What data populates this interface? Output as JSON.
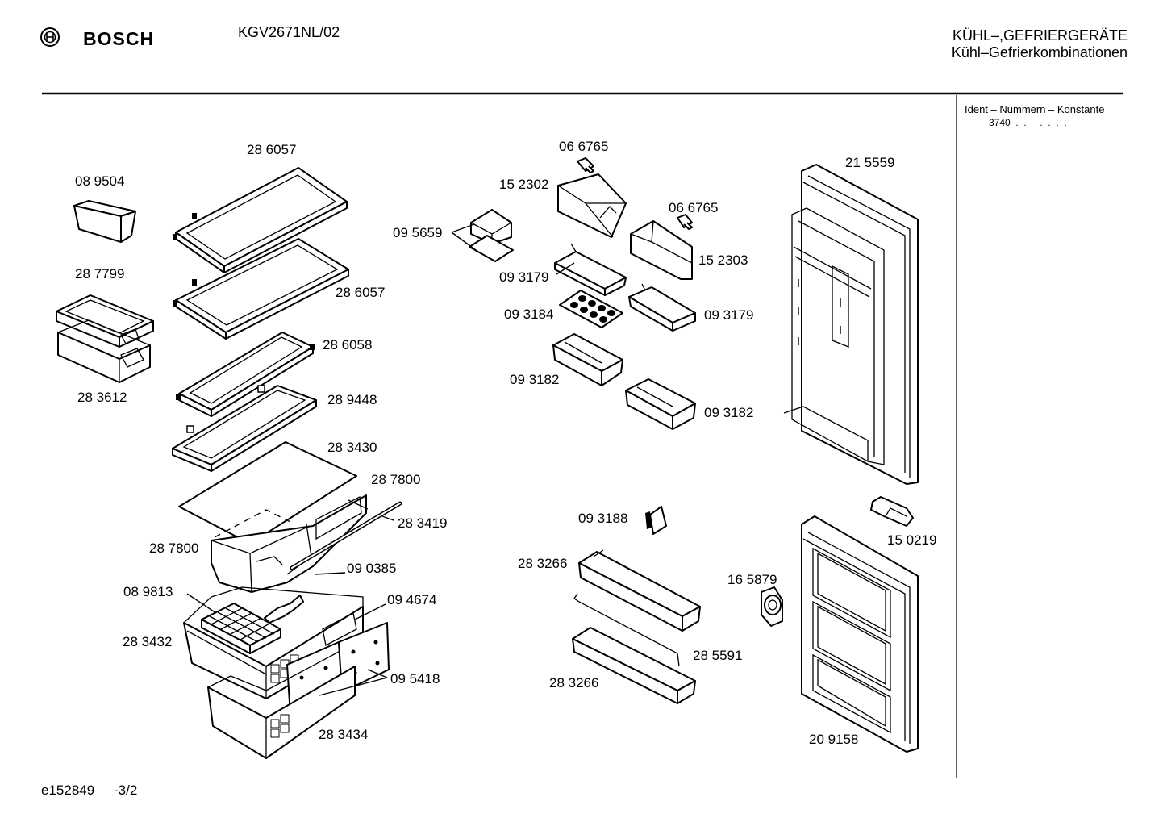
{
  "header": {
    "brand": "BOSCH",
    "model": "KGV2671NL/02",
    "category": "KÜHL–,GEFRIERGERÄTE",
    "subcategory": "Kühl–Gefrierkombinationen"
  },
  "side_panel": {
    "ident_heading": "Ident – Nummern – Konstante",
    "ident_value": "3740  .  .     .  .  .  ."
  },
  "footer": {
    "doc_id": "e152849",
    "page": "-3/2"
  },
  "parts": [
    {
      "id": "p01",
      "label": "28 6057"
    },
    {
      "id": "p02",
      "label": "08 9504"
    },
    {
      "id": "p03",
      "label": "28 7799"
    },
    {
      "id": "p04",
      "label": "28 6057"
    },
    {
      "id": "p05",
      "label": "28 6058"
    },
    {
      "id": "p06",
      "label": "28 3612"
    },
    {
      "id": "p07",
      "label": "28 9448"
    },
    {
      "id": "p08",
      "label": "28 3430"
    },
    {
      "id": "p09",
      "label": "28 7800"
    },
    {
      "id": "p10",
      "label": "28 3419"
    },
    {
      "id": "p11",
      "label": "28 7800"
    },
    {
      "id": "p12",
      "label": "09 0385"
    },
    {
      "id": "p13",
      "label": "08 9813"
    },
    {
      "id": "p14",
      "label": "09 4674"
    },
    {
      "id": "p15",
      "label": "28 3432"
    },
    {
      "id": "p16",
      "label": "09 5418"
    },
    {
      "id": "p17",
      "label": "28 3434"
    },
    {
      "id": "p18",
      "label": "06 6765"
    },
    {
      "id": "p19",
      "label": "15 2302"
    },
    {
      "id": "p20",
      "label": "06 6765"
    },
    {
      "id": "p21",
      "label": "09 5659"
    },
    {
      "id": "p22",
      "label": "15 2303"
    },
    {
      "id": "p23",
      "label": "09 3179"
    },
    {
      "id": "p24",
      "label": "09 3184"
    },
    {
      "id": "p25",
      "label": "09 3179"
    },
    {
      "id": "p26",
      "label": "09 3182"
    },
    {
      "id": "p27",
      "label": "09 3182"
    },
    {
      "id": "p28",
      "label": "21 5559"
    },
    {
      "id": "p29",
      "label": "09 3188"
    },
    {
      "id": "p30",
      "label": "15 0219"
    },
    {
      "id": "p31",
      "label": "28 3266"
    },
    {
      "id": "p32",
      "label": "16 5879"
    },
    {
      "id": "p33",
      "label": "28 5591"
    },
    {
      "id": "p34",
      "label": "28 3266"
    },
    {
      "id": "p35",
      "label": "20 9158"
    }
  ]
}
